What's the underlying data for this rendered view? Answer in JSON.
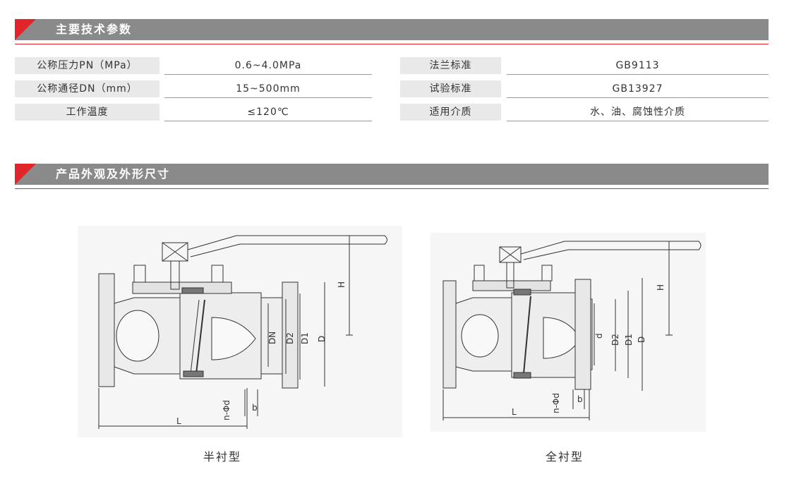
{
  "sections": {
    "specs_title": "主要技术参数",
    "drawing_title": "产品外观及外形尺寸"
  },
  "specs": {
    "rows": [
      {
        "label1": "公称压力PN（MPa）",
        "value1": "0.6~4.0MPa",
        "label2": "法兰标准",
        "value2": "GB9113"
      },
      {
        "label1": "公称通径DN（mm）",
        "value1": "15~500mm",
        "label2": "试验标准",
        "value2": "GB13927"
      },
      {
        "label1": "工作温度",
        "value1": "≤120℃",
        "label2": "适用介质",
        "value2": "水、油、腐蚀性介质"
      }
    ]
  },
  "drawings": {
    "left": {
      "caption": "半衬型",
      "dims": {
        "H": "H",
        "DN": "DN",
        "D2": "D2",
        "D1": "D1",
        "D": "D",
        "nd": "n-Φd",
        "b": "b",
        "L": "L"
      }
    },
    "right": {
      "caption": "全衬型",
      "dims": {
        "H": "H",
        "d": "d",
        "D2": "D2",
        "D1": "D1",
        "D": "D",
        "nd": "n-Φd",
        "b": "b",
        "L": "L"
      }
    }
  },
  "colors": {
    "accent": "#e0262b",
    "bar": "#8a8a8a",
    "label_bg": "#e9e9e9"
  }
}
